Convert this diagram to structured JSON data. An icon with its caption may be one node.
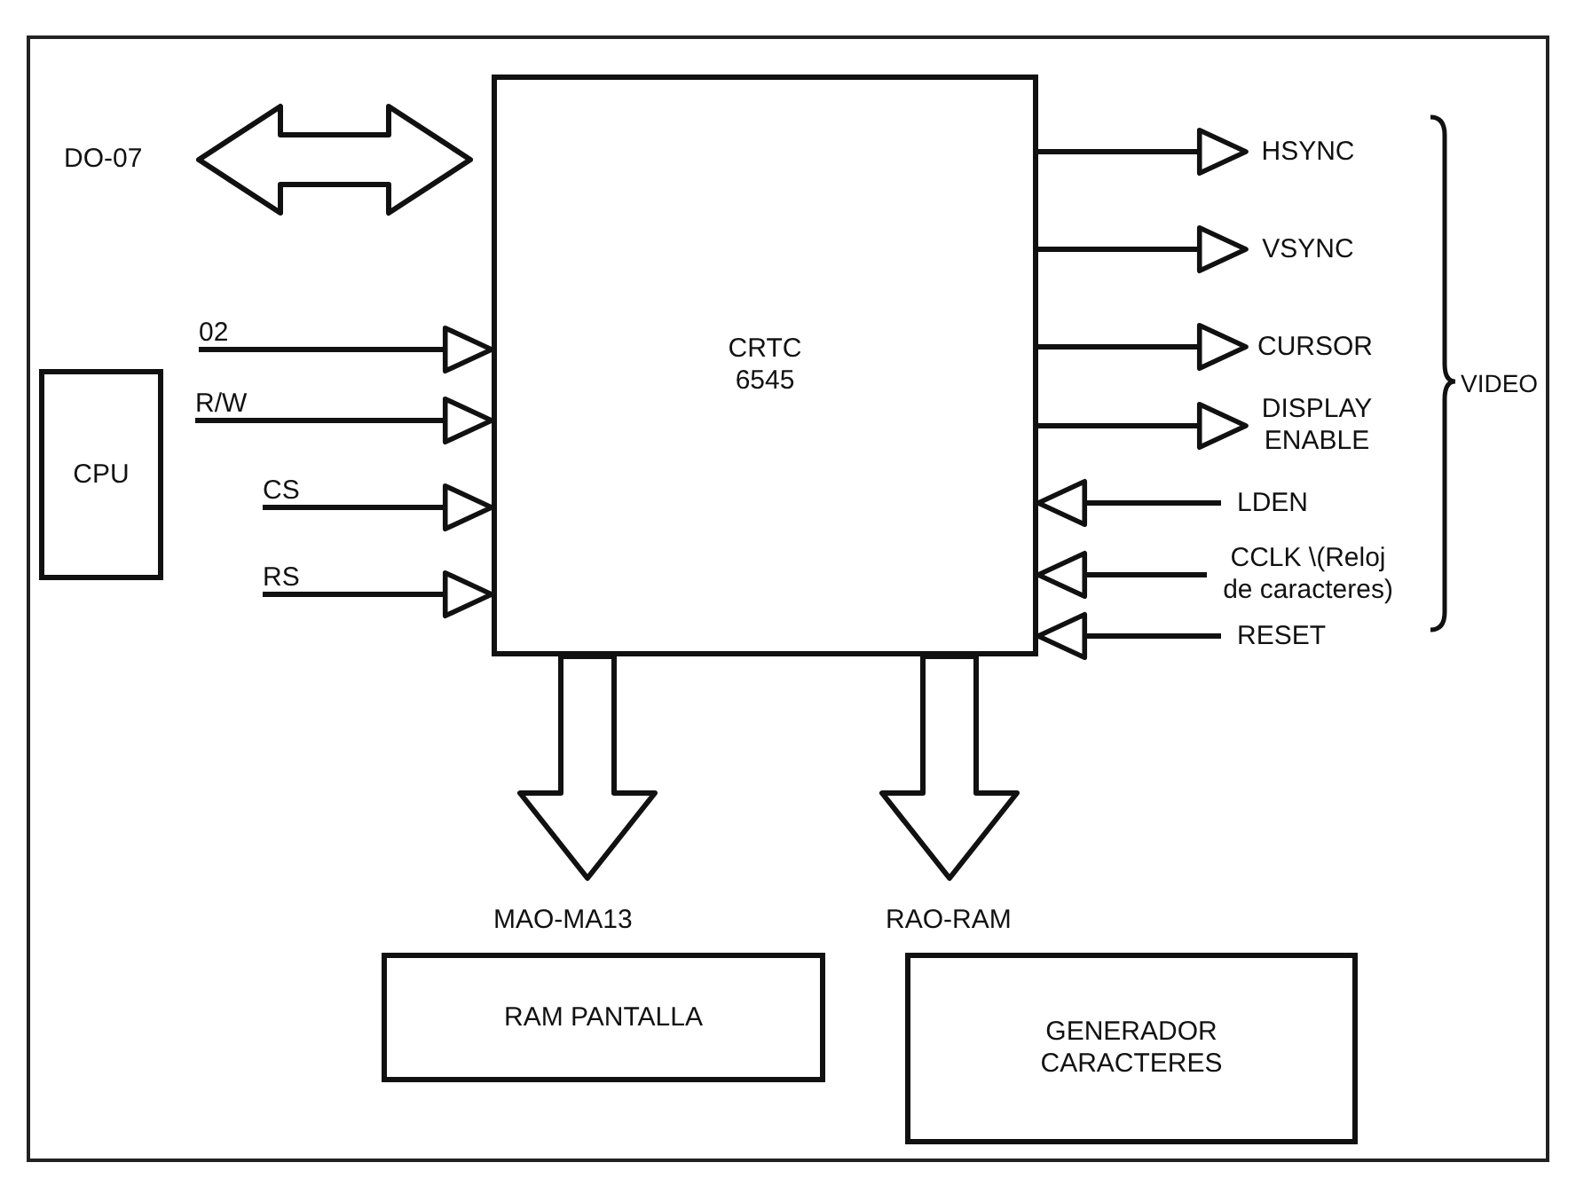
{
  "diagram": {
    "nodes": [
      {
        "text": [
          "CRTC 6545"
        ]
      },
      {
        "text": [
          "CPU"
        ]
      },
      {
        "text": [
          "RAM PANTALLA"
        ],
        "beside": [
          "MAO-MA13"
        ]
      },
      {
        "text": [
          "GENERADOR CARACTERES"
        ],
        "beside": [
          "RAO-RAM"
        ]
      },
      {
        "text": [
          "DO-07"
        ]
      },
      {
        "text": [
          "02"
        ]
      },
      {
        "text": [
          "R/W"
        ]
      },
      {
        "text": [
          "CS"
        ]
      },
      {
        "text": [
          "RS"
        ]
      },
      {
        "text": [
          "HSYNC"
        ]
      },
      {
        "text": [
          "VSYNC"
        ]
      },
      {
        "text": [
          "CURSOR"
        ]
      },
      {
        "text": [
          "DISPLAY ENABLE"
        ]
      },
      {
        "text": [
          "LDEN"
        ]
      },
      {
        "text": [
          "CCLK \\(Reloj de caracteres)"
        ]
      },
      {
        "text": [
          "RESET"
        ]
      }
    ],
    "edges": [
      {
        "from": 4,
        "to": 0,
        "arrow": "both",
        "style": "thick"
      },
      {
        "from": 5,
        "to": 0,
        "arrow": "to"
      },
      {
        "from": 6,
        "to": 0,
        "arrow": "to"
      },
      {
        "from": 7,
        "to": 0,
        "arrow": "to"
      },
      {
        "from": 8,
        "to": 0,
        "arrow": "to"
      },
      {
        "from": 0,
        "to": 9,
        "arrow": "to"
      },
      {
        "from": 0,
        "to": 10,
        "arrow": "to"
      },
      {
        "from": 0,
        "to": 11,
        "arrow": "to"
      },
      {
        "from": 0,
        "to": 12,
        "arrow": "to"
      },
      {
        "from": 13,
        "to": 0,
        "arrow": "to"
      },
      {
        "from": 14,
        "to": 0,
        "arrow": "to"
      },
      {
        "from": 15,
        "to": 0,
        "arrow": "to"
      },
      {
        "from": 0,
        "to": 2,
        "arrow": "to",
        "style": "thick"
      },
      {
        "from": 0,
        "to": 3,
        "arrow": "to",
        "style": "thick"
      }
    ],
    "labels": [
      "VIDEO"
    ]
  }
}
